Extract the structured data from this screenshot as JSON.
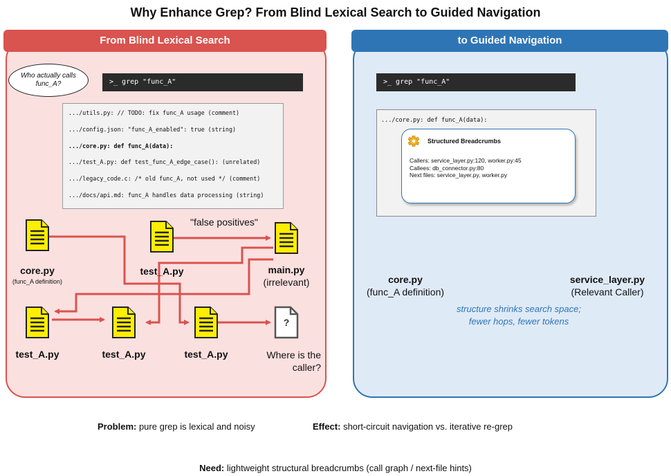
{
  "title": "Why Enhance Grep? From Blind Lexical Search to Guided Navigation",
  "left": {
    "header": "From Blind Lexical Search",
    "question": "Who actually calls func_A?",
    "command": ">_ grep \"func_A\"",
    "results": [
      ".../utils.py: // TODO: fix func_A usage (comment)",
      ".../config.json: \"func_A_enabled\": true (string)",
      ".../core.py: def func_A(data):",
      ".../test_A.py: def test_func_A_edge_case(): (unrelated)",
      ".../legacy_code.c: /* old func_A, not used */ (comment)",
      ".../docs/api.md: func_A handles data processing (string)"
    ],
    "false_positives": "\"false positives\"",
    "core_name": "core.py",
    "core_sub": "(func_A definition)",
    "test_top": "test_A.py",
    "main_name": "main.py",
    "main_sub": "(irrelevant)",
    "test_b1": "test_A.py",
    "test_b2": "test_A.py",
    "test_b3": "test_A.py",
    "unknown_mark": "?",
    "unknown_label_1": "Where is the",
    "unknown_label_2": "caller?"
  },
  "right": {
    "header": "to Guided Navigation",
    "command": ">_ grep \"func_A\"",
    "context_line": ".../core.py: def func_A(data):",
    "breadcrumbs_title": "Structured Breadcrumbs",
    "callers": "Callers: service_layer.py:120, worker.py:45",
    "callees": "Callees: db_connector.py:80",
    "next_files": "Next files: service_layer.py, worker.py",
    "core_name": "core.py",
    "core_sub": "(func_A definition)",
    "target_name": "service_layer.py",
    "target_sub": "(Relevant Caller)",
    "note_1": "structure shrinks search space;",
    "note_2": "fewer hops, fewer tokens"
  },
  "footer": {
    "problem_label": "Problem:",
    "problem_text": " pure grep is lexical and noisy",
    "effect_label": "Effect:",
    "effect_text": " short-circuit navigation vs. iterative re-grep",
    "need_label": "Need:",
    "need_text": " lightweight structural breadcrumbs (call graph / next-file hints)"
  },
  "colors": {
    "red": "#d9534f",
    "blue": "#2e75b6",
    "green": "#5cb85c",
    "file_yellow": "#ffee00"
  }
}
